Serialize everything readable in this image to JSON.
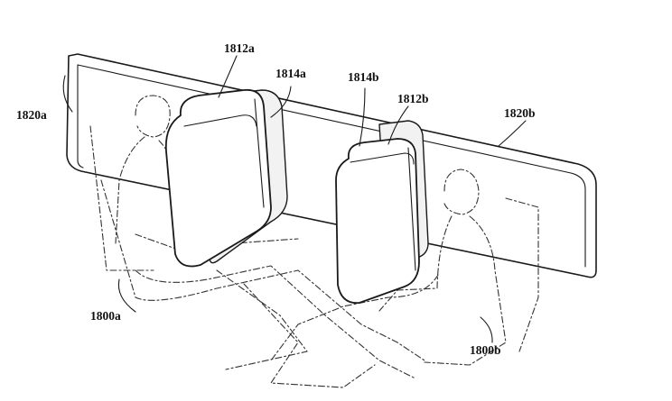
{
  "labels": {
    "seat_back_left_top": "1812a",
    "seat_back_left_side": "1814a",
    "seat_back_right_side": "1814b",
    "seat_back_right_top": "1812b",
    "display_left": "1820a",
    "display_right": "1820b",
    "occupant_left": "1800a",
    "occupant_right": "1800b"
  }
}
